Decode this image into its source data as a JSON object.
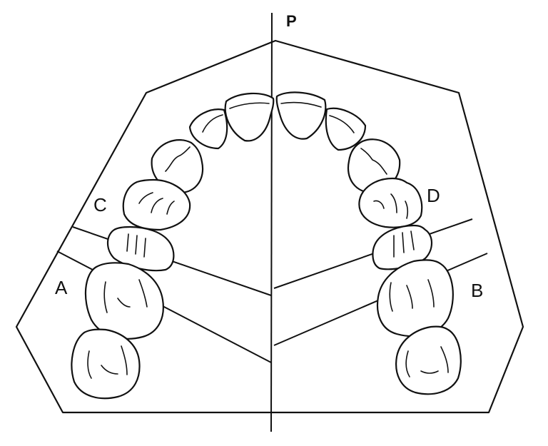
{
  "labels": {
    "midline": "P",
    "upper_left": "C",
    "lower_left": "A",
    "upper_right": "D",
    "lower_right": "B"
  },
  "colors": {
    "stroke": "#111111",
    "background": "#ffffff"
  }
}
